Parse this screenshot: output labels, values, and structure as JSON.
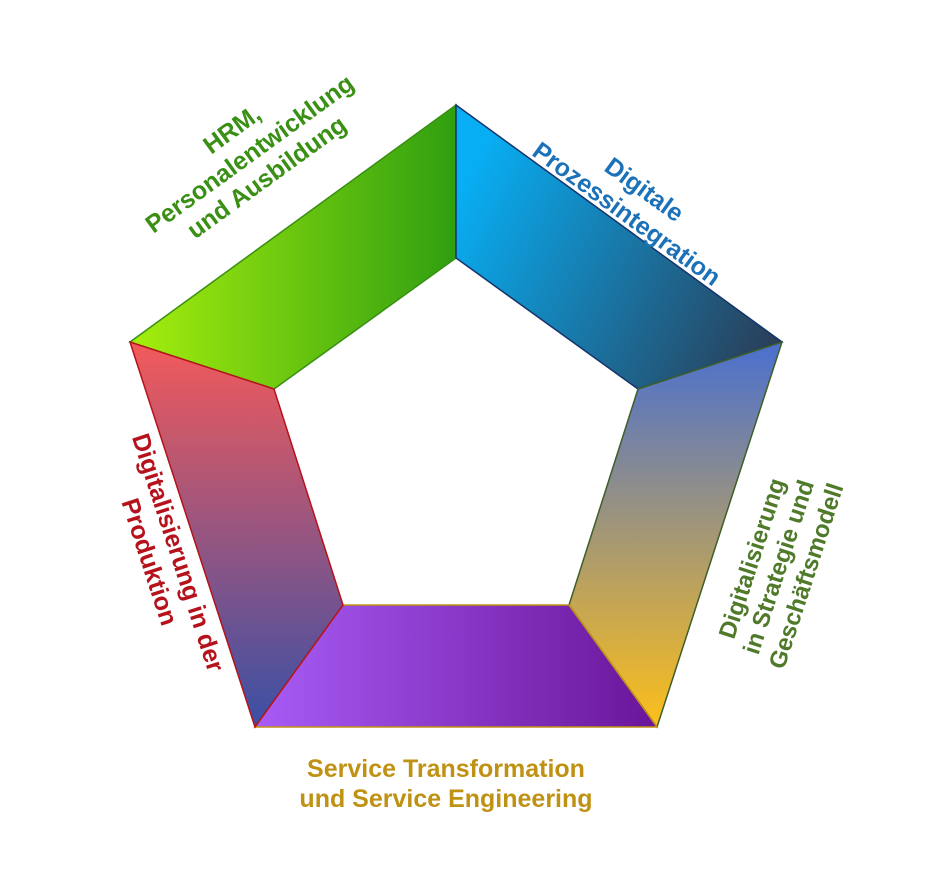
{
  "segments": [
    {
      "id": "hrm",
      "lines": [
        "HRM,",
        "Personalentwicklung",
        "und Ausbildung"
      ],
      "text_color": "#3a8f15",
      "gradient_from": "#a6ee0e",
      "gradient_to": "#2f9f10",
      "stroke": "#3a8f15"
    },
    {
      "id": "prozess",
      "lines": [
        "Digitale",
        "Prozessintegration"
      ],
      "text_color": "#1b72b8",
      "gradient_from": "#08aef3",
      "gradient_to": "#2b3a52",
      "stroke": "#16346b"
    },
    {
      "id": "strategie",
      "lines": [
        "Digitalisierung",
        "in Strategie und",
        "Geschäftsmodell"
      ],
      "text_color": "#4f7a2a",
      "gradient_from": "#4a6fd0",
      "gradient_to": "#fdbf1a",
      "stroke": "#3f5f2a"
    },
    {
      "id": "service",
      "lines": [
        "Service Transformation",
        "und Service Engineering"
      ],
      "text_color": "#c09214",
      "gradient_from": "#a85cf6",
      "gradient_to": "#6a1599",
      "stroke": "#c09214"
    },
    {
      "id": "produktion",
      "lines": [
        "Digitalisierung in der",
        "Produktion"
      ],
      "text_color": "#b5121b",
      "gradient_from": "#f35a5a",
      "gradient_to": "#3a50a6",
      "stroke": "#b5121b"
    }
  ]
}
